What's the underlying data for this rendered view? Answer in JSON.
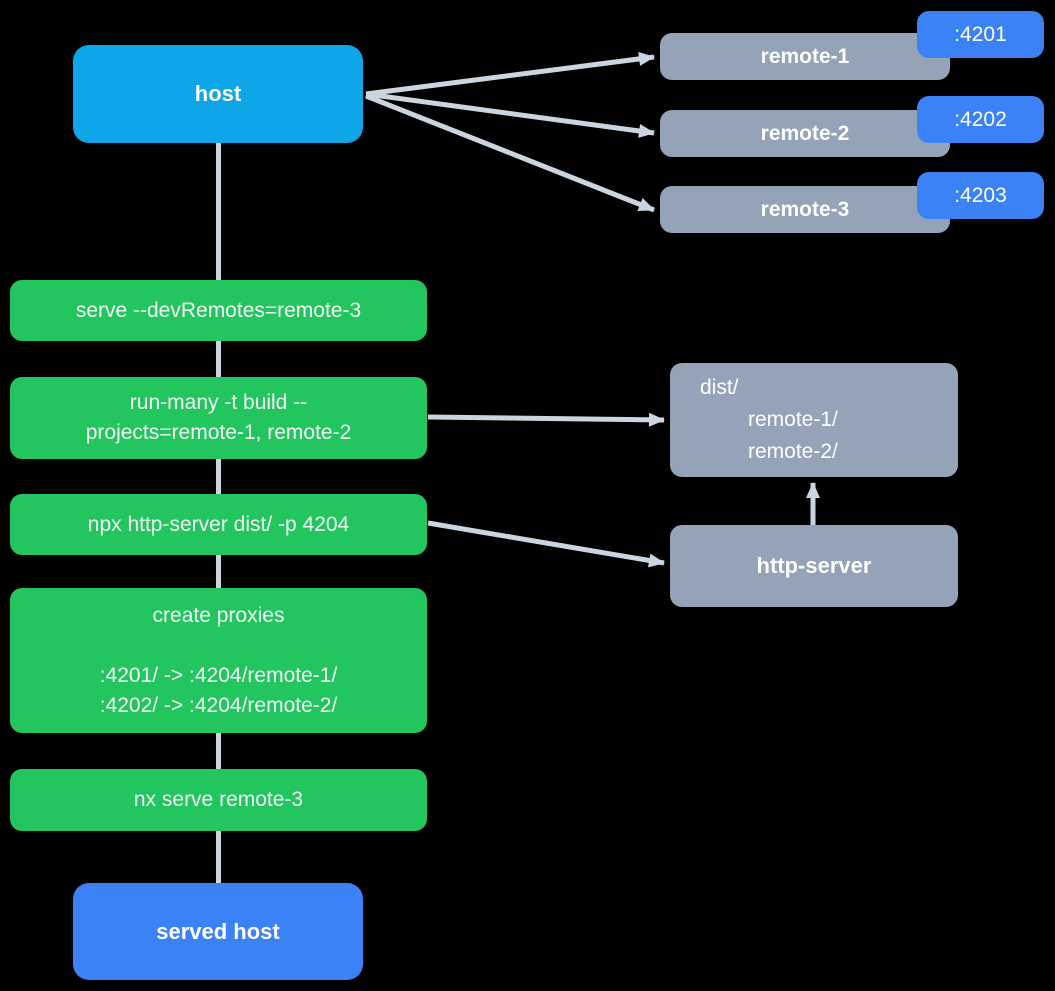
{
  "colors": {
    "background": "#000000",
    "host_blue": "#0ea5e9",
    "accent_blue": "#3b82f6",
    "step_green": "#22c55e",
    "node_slate": "#94a3b8",
    "connector": "#cbd5e1"
  },
  "nodes": {
    "host": {
      "label": "host"
    },
    "served_host": {
      "label": "served host"
    },
    "remotes": [
      {
        "label": "remote-1",
        "port": ":4201"
      },
      {
        "label": "remote-2",
        "port": ":4202"
      },
      {
        "label": "remote-3",
        "port": ":4203"
      }
    ],
    "dist": {
      "lines": [
        "dist/",
        "remote-1/",
        "remote-2/"
      ]
    },
    "http_server": {
      "label": "http-server"
    }
  },
  "steps": [
    {
      "lines": [
        "serve --devRemotes=remote-3"
      ]
    },
    {
      "lines": [
        "run-many -t build --",
        "projects=remote-1, remote-2"
      ]
    },
    {
      "lines": [
        "npx http-server dist/ -p 4204"
      ]
    },
    {
      "lines": [
        "create proxies",
        ":4201/ -> :4204/remote-1/",
        ":4202/ -> :4204/remote-2/"
      ]
    },
    {
      "lines": [
        "nx serve remote-3"
      ]
    }
  ]
}
